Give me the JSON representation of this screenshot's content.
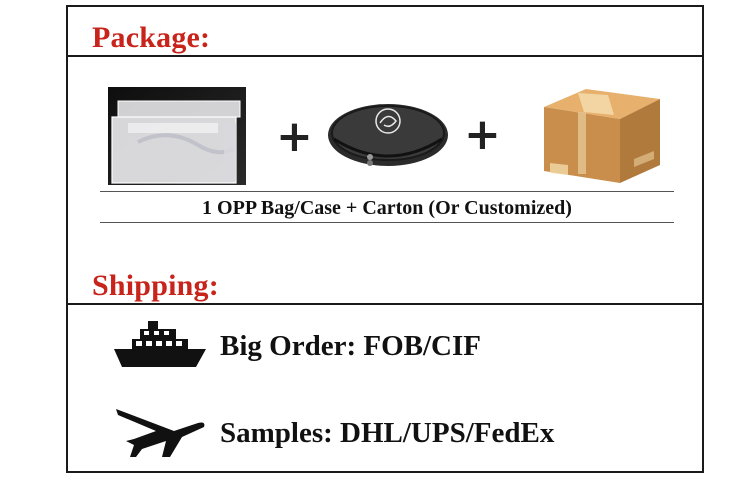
{
  "package": {
    "heading": "Package:",
    "items": [
      {
        "icon": "opp-bag-icon"
      },
      {
        "icon": "case-icon"
      },
      {
        "icon": "carton-box-icon"
      }
    ],
    "plus_symbol": "+",
    "caption": "1 OPP Bag/Case + Carton  (Or Customized)"
  },
  "shipping": {
    "heading": "Shipping:",
    "rows": [
      {
        "icon": "ship-icon",
        "label": "Big Order:  FOB/CIF"
      },
      {
        "icon": "airplane-icon",
        "label": "Samples:  DHL/UPS/FedEx"
      }
    ]
  },
  "colors": {
    "heading": "#c8241b",
    "text": "#111111",
    "border": "#1a1a1a"
  }
}
